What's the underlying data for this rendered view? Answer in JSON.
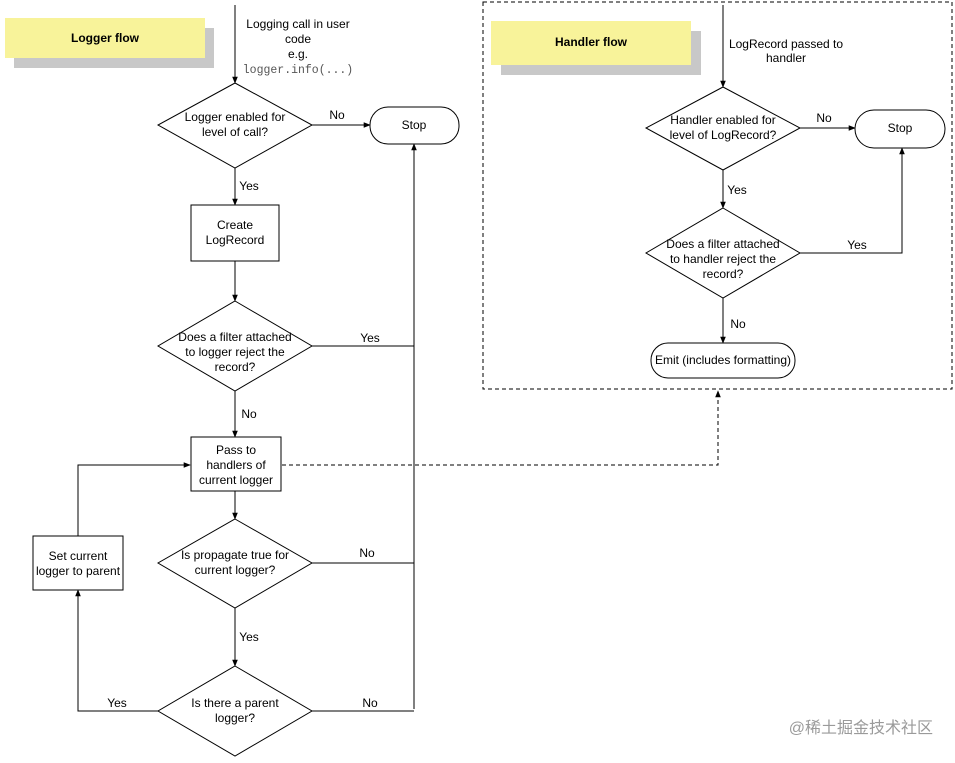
{
  "logger_flow": {
    "title": "Logger flow",
    "entry": [
      "Logging call in user",
      "code",
      "e.g."
    ],
    "entry_code": "logger.info(...)",
    "enabled_q": [
      "Logger enabled for",
      "level of call?"
    ],
    "stop": "Stop",
    "create": [
      "Create",
      "LogRecord"
    ],
    "filter_q": [
      "Does a filter attached",
      "to logger reject the",
      "record?"
    ],
    "pass": [
      "Pass to",
      "handlers of",
      "current logger"
    ],
    "propagate_q": [
      "Is propagate true for",
      "current logger?"
    ],
    "set_parent": [
      "Set current",
      "logger to parent"
    ],
    "parent_q": [
      "Is there a parent",
      "logger?"
    ],
    "labels": {
      "no": "No",
      "yes": "Yes"
    }
  },
  "handler_flow": {
    "title": "Handler flow",
    "entry": [
      "LogRecord passed to",
      "handler"
    ],
    "enabled_q": [
      "Handler enabled for",
      "level of LogRecord?"
    ],
    "stop": "Stop",
    "filter_q": [
      "Does a filter attached",
      "to handler reject the",
      "record?"
    ],
    "emit": "Emit (includes formatting)"
  },
  "watermark": "@稀土掘金技术社区"
}
